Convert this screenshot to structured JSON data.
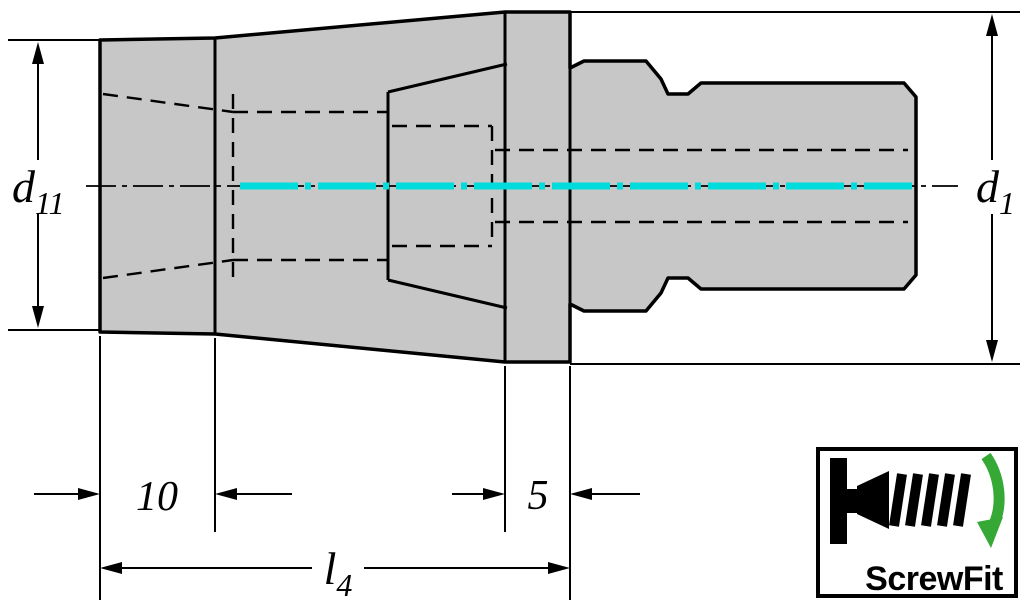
{
  "drawing": {
    "dim_labels": {
      "d11": {
        "base": "d",
        "sub": "11"
      },
      "d1": {
        "base": "d",
        "sub": "1"
      },
      "len_10": "10",
      "len_5": "5",
      "l4": {
        "base": "l",
        "sub": "4"
      }
    },
    "logo": {
      "text": "ScrewFit"
    },
    "icons": {
      "screwfit_icon": "screw-thread-adapter-pictogram",
      "rotation_arrow": "curved-down-green-arrow"
    },
    "colors": {
      "body-fill": "#c7c7c7",
      "line": "#000000",
      "centerline": "#00dcdc",
      "logo-green": "#35a835",
      "bg": "#ffffff"
    }
  }
}
